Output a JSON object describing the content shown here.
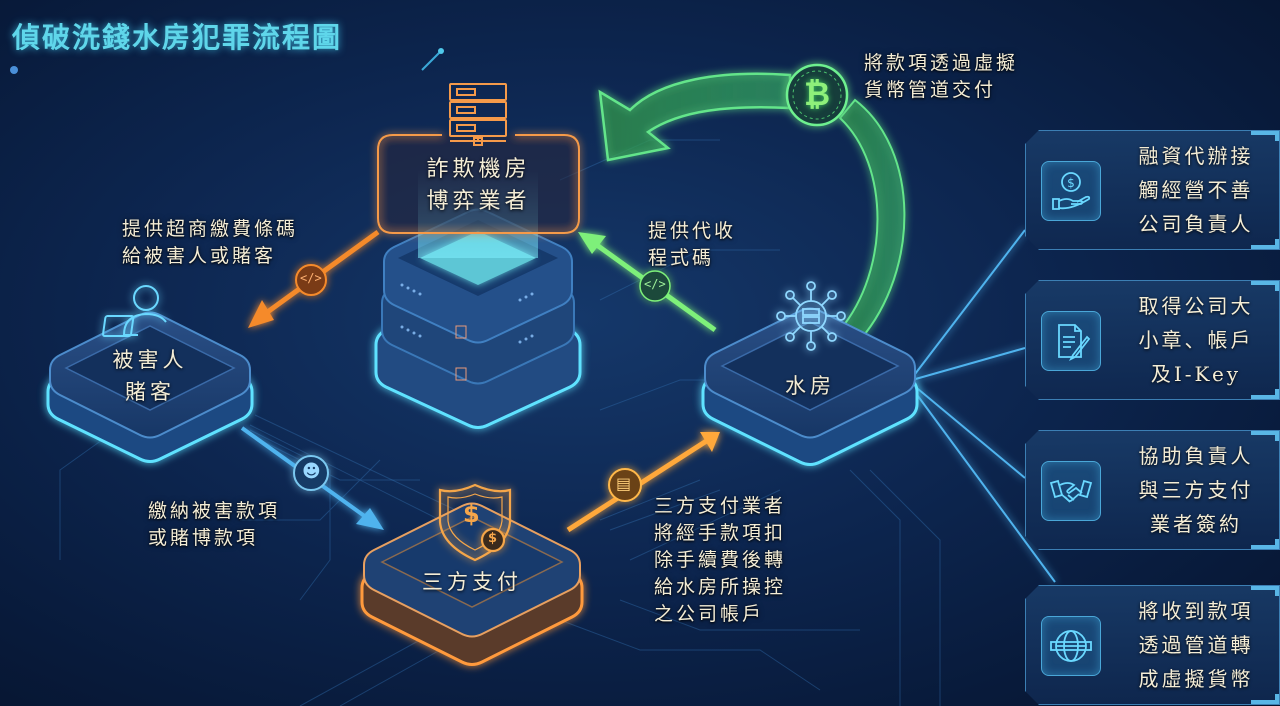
{
  "title": "偵破洗錢水房犯罪流程圖",
  "colors": {
    "background": "#0d2650",
    "title_cyan": "#5fd6ea",
    "orange": "#f58a2c",
    "green": "#5ee07a",
    "blue": "#4fb3ee",
    "label_text": "#f4edd6"
  },
  "nodes": {
    "fraud_center": {
      "label": "詐欺機房\n博弈業者",
      "icon": "server-rack-icon"
    },
    "victim": {
      "label": "被害人\n賭客",
      "icon": "person-laptop-icon"
    },
    "third_party_payment": {
      "label": "三方支付",
      "icon": "shield-dollar-icon"
    },
    "water_house": {
      "label": "水房",
      "icon": "network-hub-icon"
    },
    "central_server": {
      "icon": "server-stack-icon"
    }
  },
  "flows": {
    "barcode": {
      "label": "提供超商繳費條碼\n給被害人或賭客",
      "icon": "code-icon",
      "color": "orange"
    },
    "payment": {
      "label": "繳納被害款項\n或賭博款項",
      "icon": "user-circle-icon",
      "color": "blue"
    },
    "transfer": {
      "label": "三方支付業者\n將經手款項扣\n除手續費後轉\n給水房所操控\n之公司帳戶",
      "icon": "invoice-coin-icon",
      "color": "orange"
    },
    "collection_code": {
      "label": "提供代收\n程式碼",
      "icon": "code-icon",
      "color": "green"
    },
    "crypto": {
      "label": "將款項透過虛擬\n貨幣管道交付",
      "icon": "bitcoin-icon",
      "color": "green"
    }
  },
  "cards": [
    {
      "label": "融資代辦接\n觸經營不善\n公司負責人",
      "icon": "hand-dollar-icon"
    },
    {
      "label": "取得公司大\n小章、帳戶\n及I-Key",
      "icon": "document-pen-icon"
    },
    {
      "label": "協助負責人\n與三方支付\n業者簽約",
      "icon": "handshake-icon"
    },
    {
      "label": "將收到款項\n透過管道轉\n成虛擬貨幣",
      "icon": "globe-icon"
    }
  ]
}
